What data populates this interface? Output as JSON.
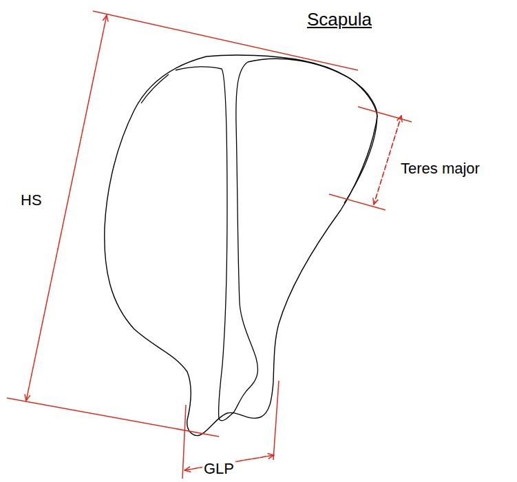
{
  "diagram": {
    "title": "Scapula",
    "labels": [
      "HS",
      "Teres major",
      "GLP"
    ]
  }
}
